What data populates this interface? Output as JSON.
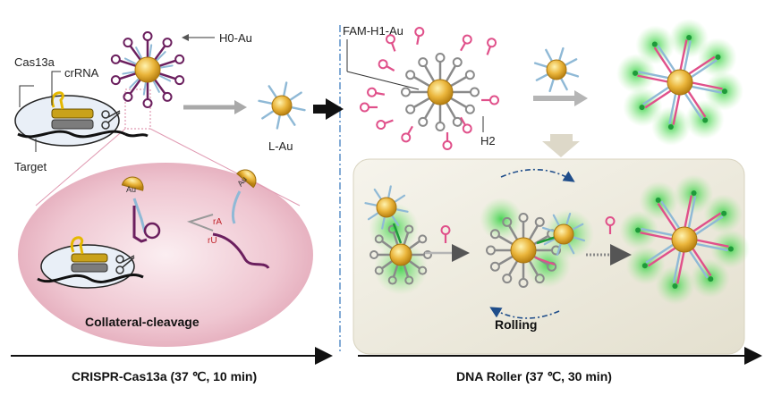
{
  "labels": {
    "h0_au": "H0-Au",
    "cas13a": "Cas13a",
    "crrna": "crRNA",
    "target": "Target",
    "l_au": "L-Au",
    "fam_h1_au": "FAM-H1-Au",
    "h2": "H2",
    "au_left": "Au",
    "au_right": "Au",
    "ra": "rA",
    "ru": "rU",
    "collateral": "Collateral-cleavage",
    "rolling": "Rolling",
    "step1": "CRISPR-Cas13a (37 ℃, 10 min)",
    "step2": "DNA Roller (37 ℃, 30 min)"
  },
  "colors": {
    "gold": "#e8b43a",
    "gold_dark": "#c48a16",
    "purple": "#6b1f5e",
    "light_blue": "#8fb9d6",
    "pink": "#e0508a",
    "gray_strand": "#8a8a8a",
    "green_glow": "#3fcf4a",
    "panel_pink": "#efc9d3",
    "panel_beige": "#ece9dc"
  }
}
